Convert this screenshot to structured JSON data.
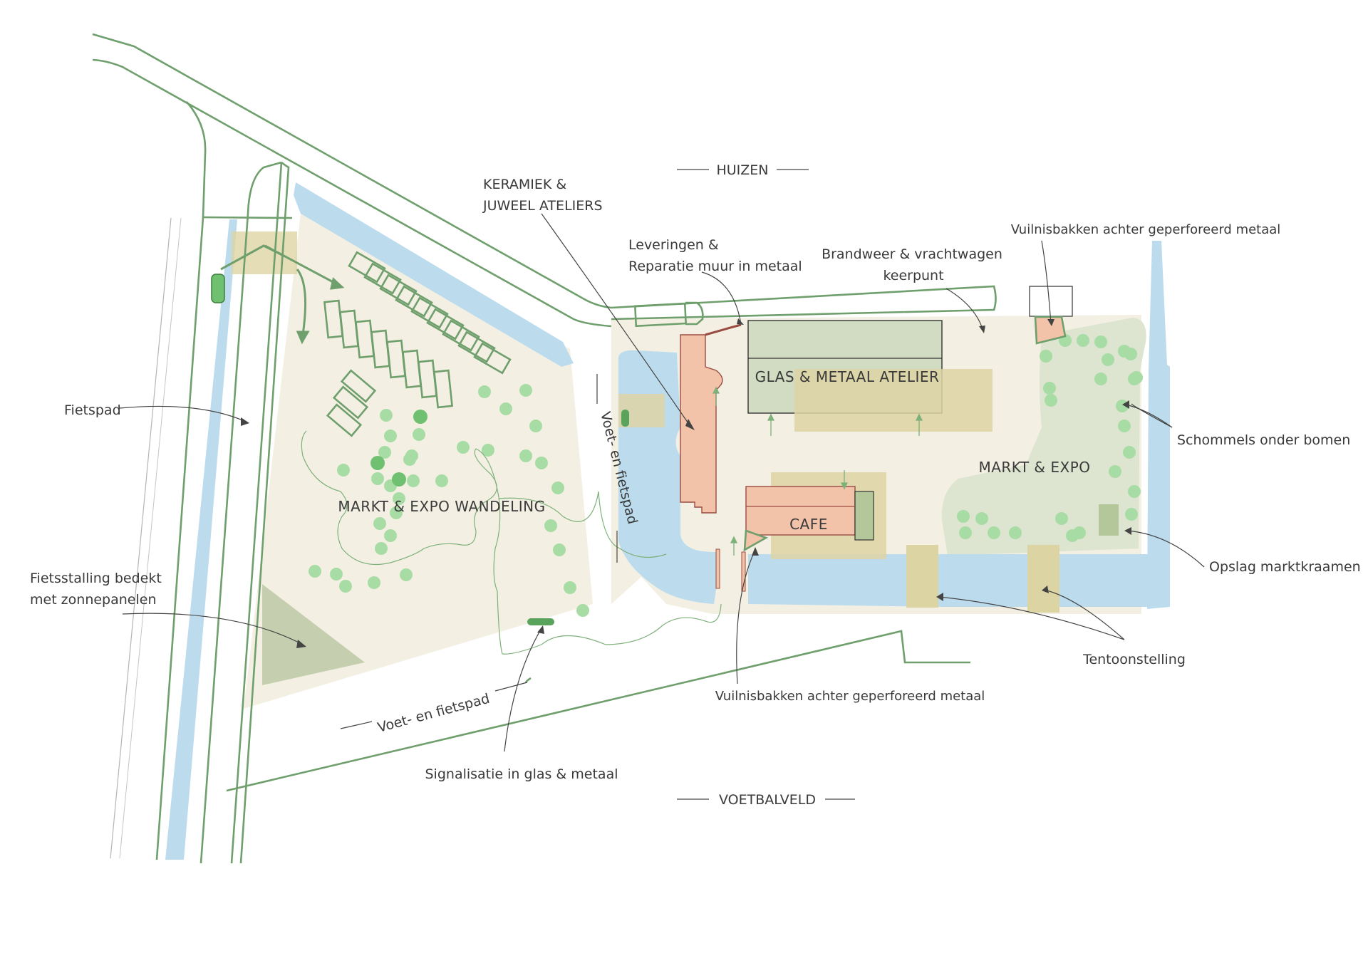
{
  "colors": {
    "ground": "#f3f0e3",
    "garden": "#dde4d0",
    "water": "#bcdcee",
    "tree": "#a8dca5",
    "tree_dark": "#6fc070",
    "road_line": "#6f9f6c",
    "workshop": "#f3c3a9",
    "glass_atelier": "#d1dcc2",
    "exhibition": "#ddd4a4",
    "bike_shelter": "#c5cfb0",
    "storage": "#b3c79a"
  },
  "labels": {
    "huizen": "HUIZEN",
    "voetbalveld": "VOETBALVELD",
    "keramiek_line1": "KERAMIEK &",
    "keramiek_line2": "JUWEEL ATELIERS",
    "leveringen_line1": "Leveringen &",
    "leveringen_line2": "Reparatie muur in metaal",
    "brandweer_line1": "Brandweer & vrachtwagen",
    "brandweer_line2": "keerpunt",
    "vuilnis_top": "Vuilnisbakken achter geperforeerd metaal",
    "vuilnis_bottom": "Vuilnisbakken achter geperforeerd metaal",
    "glas_metaal": "GLAS & METAAL ATELIER",
    "cafe": "CAFE",
    "markt_expo": "MARKT & EXPO",
    "markt_expo_wandeling": "MARKT & EXPO WANDELING",
    "fietspad": "Fietspad",
    "fietsstalling_line1": "Fietsstalling bedekt",
    "fietsstalling_line2": "met zonnepanelen",
    "schommels": "Schommels onder bomen",
    "opslag": "Opslag marktkraamen",
    "tentoonstelling": "Tentoonstelling",
    "signalisatie": "Signalisatie in glas & metaal",
    "voet_fietspad_vertical": "Voet- en fietspad",
    "voet_fietspad_diagonal": "Voet- en fietspad"
  }
}
